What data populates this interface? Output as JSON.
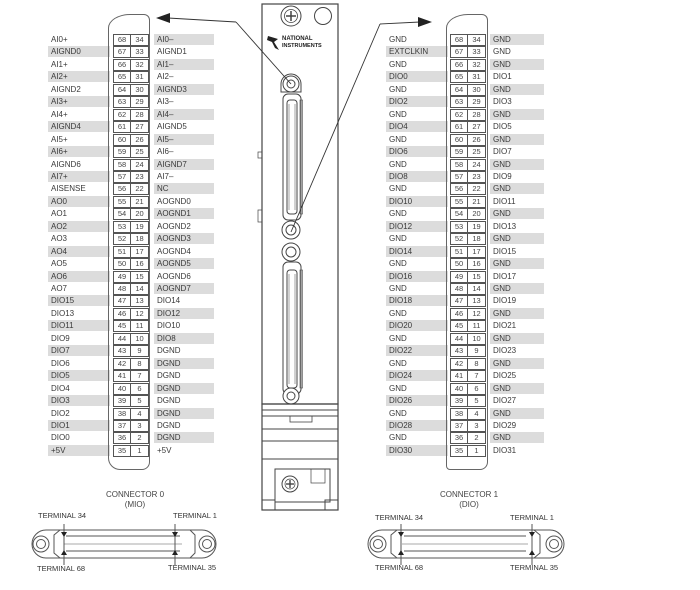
{
  "connector0": {
    "caption_line1": "CONNECTOR 0",
    "caption_line2": "(MIO)",
    "terminals": {
      "top_left": "TERMINAL 34",
      "top_right": "TERMINAL 1",
      "bottom_left": "TERMINAL 68",
      "bottom_right": "TERMINAL 35"
    },
    "rows": [
      {
        "left": "AI0+",
        "p1": "68",
        "p2": "34",
        "right": "AI0–"
      },
      {
        "left": "AIGND0",
        "p1": "67",
        "p2": "33",
        "right": "AIGND1"
      },
      {
        "left": "AI1+",
        "p1": "66",
        "p2": "32",
        "right": "AI1–"
      },
      {
        "left": "AI2+",
        "p1": "65",
        "p2": "31",
        "right": "AI2–"
      },
      {
        "left": "AIGND2",
        "p1": "64",
        "p2": "30",
        "right": "AIGND3"
      },
      {
        "left": "AI3+",
        "p1": "63",
        "p2": "29",
        "right": "AI3–"
      },
      {
        "left": "AI4+",
        "p1": "62",
        "p2": "28",
        "right": "AI4–"
      },
      {
        "left": "AIGND4",
        "p1": "61",
        "p2": "27",
        "right": "AIGND5"
      },
      {
        "left": "AI5+",
        "p1": "60",
        "p2": "26",
        "right": "AI5–"
      },
      {
        "left": "AI6+",
        "p1": "59",
        "p2": "25",
        "right": "AI6–"
      },
      {
        "left": "AIGND6",
        "p1": "58",
        "p2": "24",
        "right": "AIGND7"
      },
      {
        "left": "AI7+",
        "p1": "57",
        "p2": "23",
        "right": "AI7–"
      },
      {
        "left": "AISENSE",
        "p1": "56",
        "p2": "22",
        "right": "NC"
      },
      {
        "left": "AO0",
        "p1": "55",
        "p2": "21",
        "right": "AOGND0"
      },
      {
        "left": "AO1",
        "p1": "54",
        "p2": "20",
        "right": "AOGND1"
      },
      {
        "left": "AO2",
        "p1": "53",
        "p2": "19",
        "right": "AOGND2"
      },
      {
        "left": "AO3",
        "p1": "52",
        "p2": "18",
        "right": "AOGND3"
      },
      {
        "left": "AO4",
        "p1": "51",
        "p2": "17",
        "right": "AOGND4"
      },
      {
        "left": "AO5",
        "p1": "50",
        "p2": "16",
        "right": "AOGND5"
      },
      {
        "left": "AO6",
        "p1": "49",
        "p2": "15",
        "right": "AOGND6"
      },
      {
        "left": "AO7",
        "p1": "48",
        "p2": "14",
        "right": "AOGND7"
      },
      {
        "left": "DIO15",
        "p1": "47",
        "p2": "13",
        "right": "DIO14"
      },
      {
        "left": "DIO13",
        "p1": "46",
        "p2": "12",
        "right": "DIO12"
      },
      {
        "left": "DIO11",
        "p1": "45",
        "p2": "11",
        "right": "DIO10"
      },
      {
        "left": "DIO9",
        "p1": "44",
        "p2": "10",
        "right": "DIO8"
      },
      {
        "left": "DIO7",
        "p1": "43",
        "p2": "9",
        "right": "DGND"
      },
      {
        "left": "DIO6",
        "p1": "42",
        "p2": "8",
        "right": "DGND"
      },
      {
        "left": "DIO5",
        "p1": "41",
        "p2": "7",
        "right": "DGND"
      },
      {
        "left": "DIO4",
        "p1": "40",
        "p2": "6",
        "right": "DGND"
      },
      {
        "left": "DIO3",
        "p1": "39",
        "p2": "5",
        "right": "DGND"
      },
      {
        "left": "DIO2",
        "p1": "38",
        "p2": "4",
        "right": "DGND"
      },
      {
        "left": "DIO1",
        "p1": "37",
        "p2": "3",
        "right": "DGND"
      },
      {
        "left": "DIO0",
        "p1": "36",
        "p2": "2",
        "right": "DGND"
      },
      {
        "left": "+5V",
        "p1": "35",
        "p2": "1",
        "right": "+5V"
      }
    ]
  },
  "connector1": {
    "caption_line1": "CONNECTOR 1",
    "caption_line2": "(DIO)",
    "terminals": {
      "top_left": "TERMINAL 34",
      "top_right": "TERMINAL 1",
      "bottom_left": "TERMINAL 68",
      "bottom_right": "TERMINAL 35"
    },
    "rows": [
      {
        "left": "GND",
        "p1": "68",
        "p2": "34",
        "right": "GND"
      },
      {
        "left": "EXTCLKIN",
        "p1": "67",
        "p2": "33",
        "right": "GND"
      },
      {
        "left": "GND",
        "p1": "66",
        "p2": "32",
        "right": "GND"
      },
      {
        "left": "DIO0",
        "p1": "65",
        "p2": "31",
        "right": "DIO1"
      },
      {
        "left": "GND",
        "p1": "64",
        "p2": "30",
        "right": "GND"
      },
      {
        "left": "DIO2",
        "p1": "63",
        "p2": "29",
        "right": "DIO3"
      },
      {
        "left": "GND",
        "p1": "62",
        "p2": "28",
        "right": "GND"
      },
      {
        "left": "DIO4",
        "p1": "61",
        "p2": "27",
        "right": "DIO5"
      },
      {
        "left": "GND",
        "p1": "60",
        "p2": "26",
        "right": "GND"
      },
      {
        "left": "DIO6",
        "p1": "59",
        "p2": "25",
        "right": "DIO7"
      },
      {
        "left": "GND",
        "p1": "58",
        "p2": "24",
        "right": "GND"
      },
      {
        "left": "DIO8",
        "p1": "57",
        "p2": "23",
        "right": "DIO9"
      },
      {
        "left": "GND",
        "p1": "56",
        "p2": "22",
        "right": "GND"
      },
      {
        "left": "DIO10",
        "p1": "55",
        "p2": "21",
        "right": "DIO11"
      },
      {
        "left": "GND",
        "p1": "54",
        "p2": "20",
        "right": "GND"
      },
      {
        "left": "DIO12",
        "p1": "53",
        "p2": "19",
        "right": "DIO13"
      },
      {
        "left": "GND",
        "p1": "52",
        "p2": "18",
        "right": "GND"
      },
      {
        "left": "DIO14",
        "p1": "51",
        "p2": "17",
        "right": "DIO15"
      },
      {
        "left": "GND",
        "p1": "50",
        "p2": "16",
        "right": "GND"
      },
      {
        "left": "DIO16",
        "p1": "49",
        "p2": "15",
        "right": "DIO17"
      },
      {
        "left": "GND",
        "p1": "48",
        "p2": "14",
        "right": "GND"
      },
      {
        "left": "DIO18",
        "p1": "47",
        "p2": "13",
        "right": "DIO19"
      },
      {
        "left": "GND",
        "p1": "46",
        "p2": "12",
        "right": "GND"
      },
      {
        "left": "DIO20",
        "p1": "45",
        "p2": "11",
        "right": "DIO21"
      },
      {
        "left": "GND",
        "p1": "44",
        "p2": "10",
        "right": "GND"
      },
      {
        "left": "DIO22",
        "p1": "43",
        "p2": "9",
        "right": "DIO23"
      },
      {
        "left": "GND",
        "p1": "42",
        "p2": "8",
        "right": "GND"
      },
      {
        "left": "DIO24",
        "p1": "41",
        "p2": "7",
        "right": "DIO25"
      },
      {
        "left": "GND",
        "p1": "40",
        "p2": "6",
        "right": "GND"
      },
      {
        "left": "DIO26",
        "p1": "39",
        "p2": "5",
        "right": "DIO27"
      },
      {
        "left": "GND",
        "p1": "38",
        "p2": "4",
        "right": "GND"
      },
      {
        "left": "DIO28",
        "p1": "37",
        "p2": "3",
        "right": "DIO29"
      },
      {
        "left": "GND",
        "p1": "36",
        "p2": "2",
        "right": "GND"
      },
      {
        "left": "DIO30",
        "p1": "35",
        "p2": "1",
        "right": "DIO31"
      }
    ]
  },
  "module": {
    "logo_line1": "NATIONAL",
    "logo_line2": "INSTRUMENTS"
  },
  "colors": {
    "shade": "#dcdcdc",
    "line": "#555555",
    "text": "#3a3a3a"
  }
}
